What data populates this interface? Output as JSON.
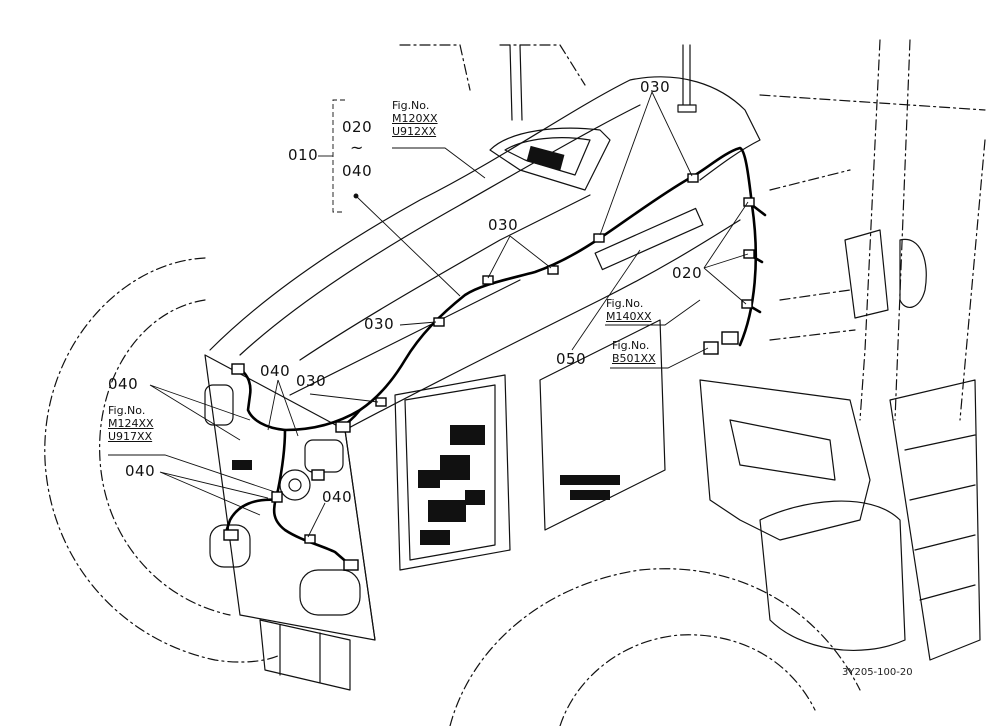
{
  "diagram": {
    "parts": {
      "p010": "010",
      "range_start": "020",
      "range_tilde": "~",
      "range_end": "040",
      "p020": "020",
      "p030_top": "030",
      "p030_mid": "030",
      "p030_left": "030",
      "p030_low": "030",
      "p040_left": "040",
      "p040_mid": "040",
      "p040_low": "040",
      "p040_bottom": "040",
      "p050": "050"
    },
    "figure_refs": {
      "top": {
        "label": "Fig.No.",
        "codes": [
          "M120XX",
          "U912XX"
        ]
      },
      "left": {
        "label": "Fig.No.",
        "codes": [
          "M124XX",
          "U917XX"
        ]
      },
      "right1": {
        "label": "Fig.No.",
        "codes": [
          "M140XX"
        ]
      },
      "right2": {
        "label": "Fig.No.",
        "codes": [
          "B501XX"
        ]
      }
    },
    "drawing_code": "3Y205-100-20",
    "colors": {
      "line": "#111111",
      "dash": "#333333",
      "background": "#ffffff"
    }
  }
}
